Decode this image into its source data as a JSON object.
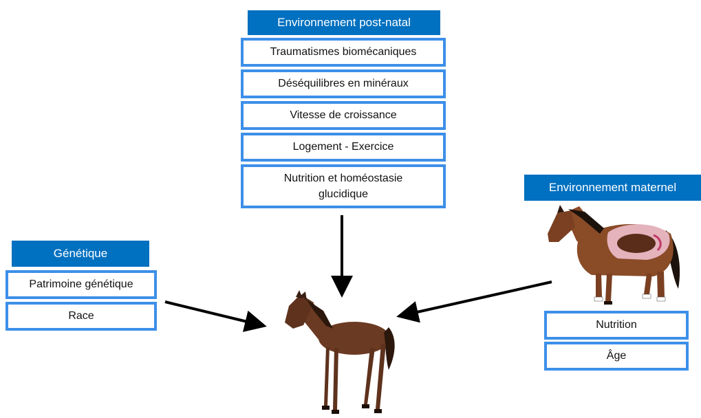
{
  "postnatal": {
    "title": "Environnement post-natal",
    "items": [
      "Traumatismes biomécaniques",
      "Déséquilibres en minéraux",
      "Vitesse de croissance",
      "Logement - Exercice",
      "Nutrition et homéostasie glucidique"
    ]
  },
  "genetics": {
    "title": "Génétique",
    "items": [
      "Patrimoine génétique",
      "Race"
    ]
  },
  "maternal": {
    "title": "Environnement maternel",
    "items": [
      "Nutrition",
      "Âge"
    ]
  },
  "colors": {
    "header": "#0070c0",
    "border": "#3d8fe8",
    "arrow": "#000000",
    "horse": "#6b3a22"
  },
  "icons": [
    "foal-illustration",
    "pregnant-mare-illustration"
  ]
}
